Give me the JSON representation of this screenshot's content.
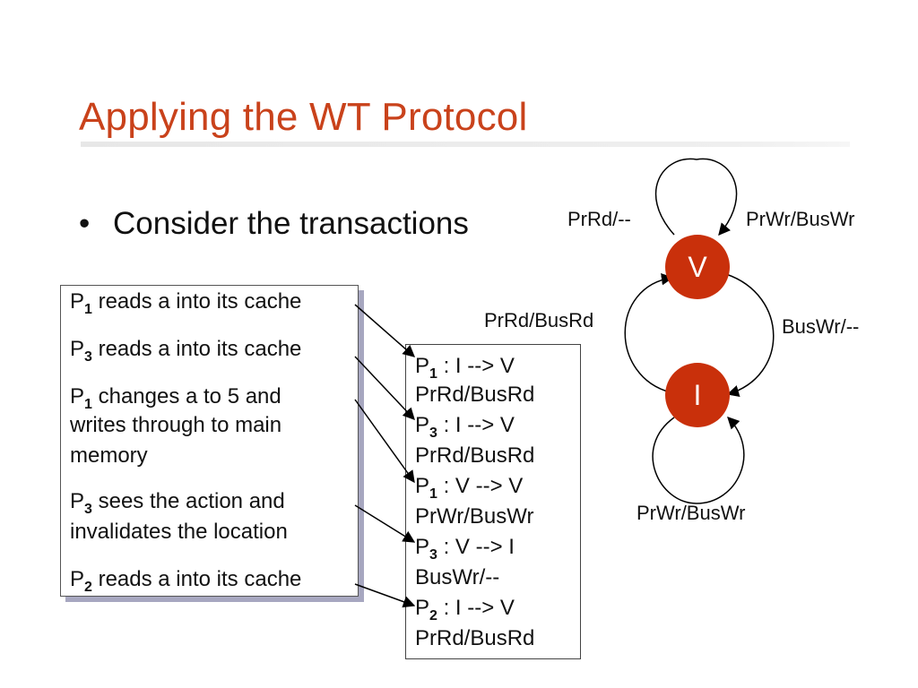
{
  "slide": {
    "title": "Applying the WT Protocol",
    "bullet": "Consider the transactions"
  },
  "events": [
    {
      "proc": "P",
      "num": "1",
      "text": " reads a into its cache"
    },
    {
      "proc": "P",
      "num": "3",
      "text": " reads a into its cache"
    },
    {
      "proc": "P",
      "num": "1",
      "text": " changes a to 5 and",
      "cont": [
        "writes through to main",
        "memory"
      ]
    },
    {
      "proc": "P",
      "num": "3",
      "text": " sees the action and",
      "cont": [
        "invalidates the location"
      ]
    },
    {
      "proc": "P",
      "num": "2",
      "text": " reads a into its cache"
    }
  ],
  "transitions": [
    {
      "proc": "P",
      "num": "1",
      "text": " : I --> V",
      "action": "PrRd/BusRd"
    },
    {
      "proc": "P",
      "num": "3",
      "text": " : I --> V",
      "action": "PrRd/BusRd"
    },
    {
      "proc": "P",
      "num": "1",
      "text": " : V --> V",
      "action": "PrWr/BusWr"
    },
    {
      "proc": "P",
      "num": "3",
      "text": " : V --> I",
      "action": "BusWr/--"
    },
    {
      "proc": "P",
      "num": "2",
      "text": " :  I --> V",
      "action": "PrRd/BusRd"
    }
  ],
  "state_diagram": {
    "states": {
      "valid": "V",
      "invalid": "I"
    },
    "labels": {
      "v_loop_left": "PrRd/--",
      "v_loop_right": "PrWr/BusWr",
      "i_to_v": "PrRd/BusRd",
      "v_to_i": "BusWr/--",
      "i_loop": "PrWr/BusWr"
    }
  },
  "colors": {
    "title": "#c9421b",
    "state_fill": "#c9300b",
    "box_shadow": "#a7a7c0"
  }
}
